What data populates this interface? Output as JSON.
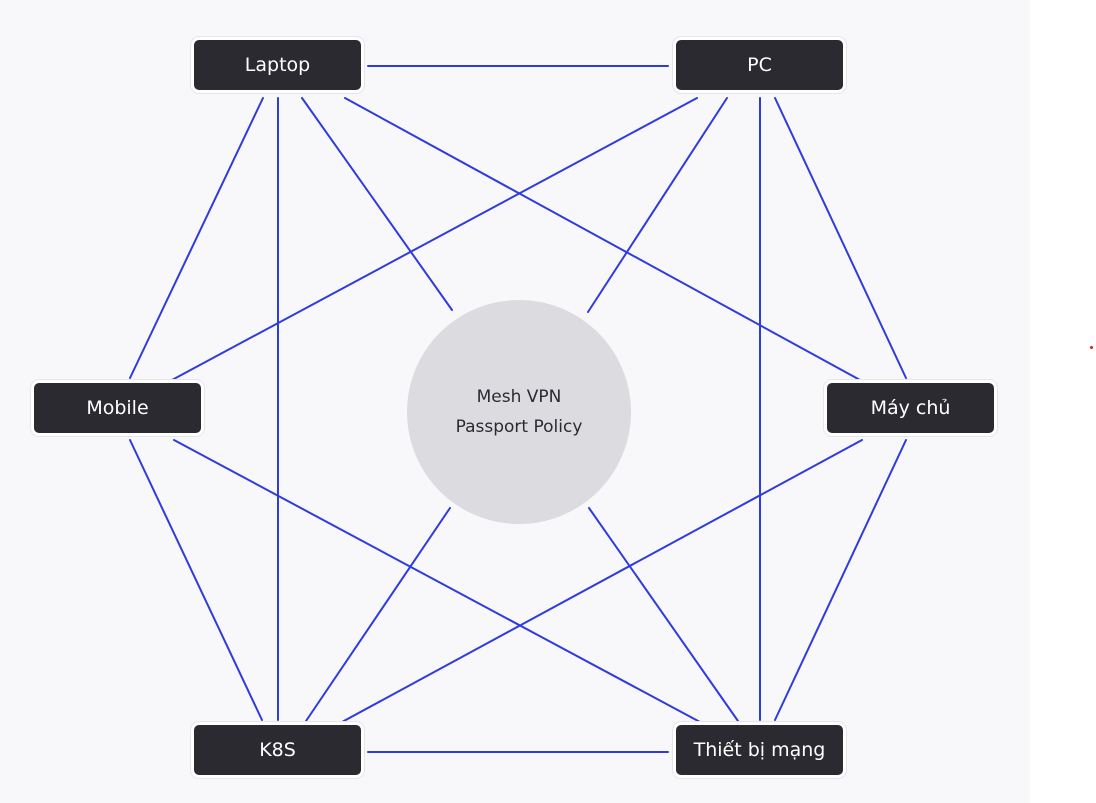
{
  "hub": {
    "line1": "Mesh VPN",
    "line2": "Passport Policy"
  },
  "nodes": {
    "laptop": "Laptop",
    "pc": "PC",
    "mobile": "Mobile",
    "server": "Máy chủ",
    "k8s": "K8S",
    "network_device": "Thiết bị mạng"
  },
  "colors": {
    "edge": "#2e3bdf",
    "node_fill": "#2b2a30",
    "hub_fill": "#dcdce0",
    "background": "#f8f8fa",
    "marker_dot": "#d11f2b"
  }
}
